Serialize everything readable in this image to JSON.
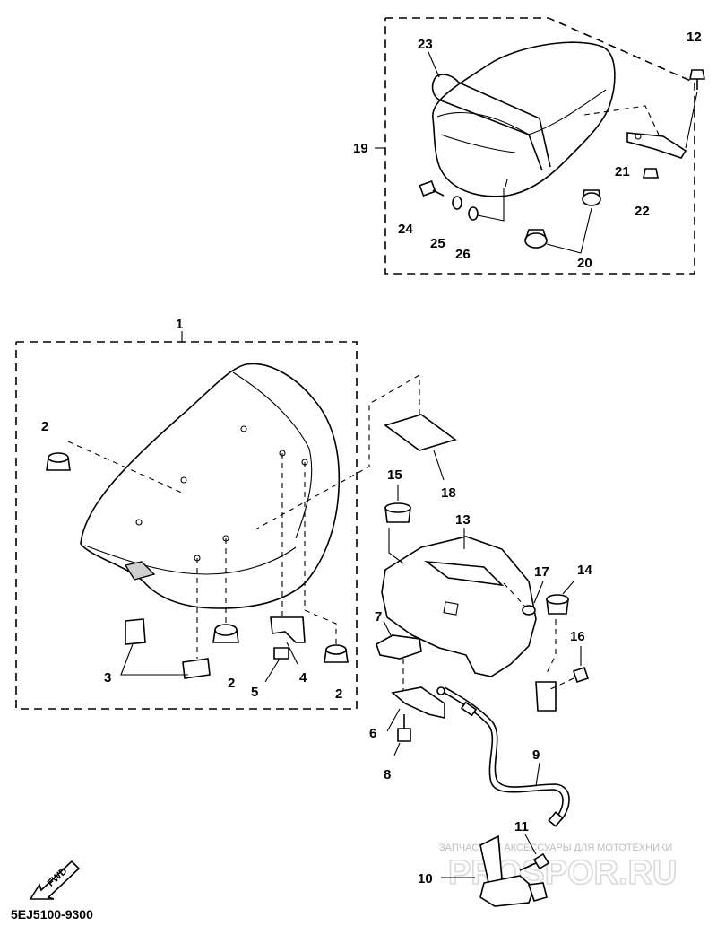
{
  "callouts": {
    "c1": "1",
    "c2a": "2",
    "c2b": "2",
    "c2c": "2",
    "c3": "3",
    "c4": "4",
    "c5": "5",
    "c6": "6",
    "c7": "7",
    "c8": "8",
    "c9": "9",
    "c10": "10",
    "c11": "11",
    "c12": "12",
    "c13": "13",
    "c14": "14",
    "c15": "15",
    "c16": "16",
    "c17": "17",
    "c18": "18",
    "c19": "19",
    "c20": "20",
    "c21": "21",
    "c22": "22",
    "c23": "23",
    "c24": "24",
    "c25": "25",
    "c26": "26"
  },
  "fwd_label": "FWD",
  "diagram_code": "5EJ5100-9300",
  "watermark": {
    "caption": "ЗАПЧАСТИ И АКСЕССУАРЫ ДЛЯ МОТОТЕХНИКИ",
    "logo": "PROSPOR.RU"
  }
}
